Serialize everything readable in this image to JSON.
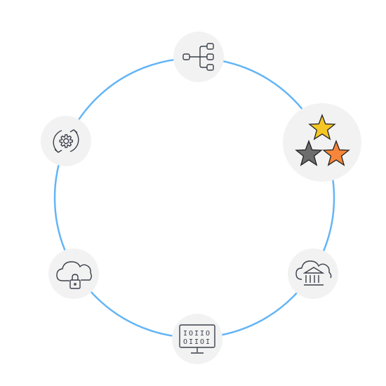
{
  "diagram": {
    "ring_color": "#64b5f6",
    "node_bg": "#f2f2f2",
    "icon_stroke": "#3a3f4a",
    "nodes": [
      {
        "id": "hierarchy",
        "icon": "hierarchy-tree-icon"
      },
      {
        "id": "ratings",
        "icon": "three-stars-icon",
        "colors": [
          "#f6c624",
          "#6d6d6d",
          "#f7863a"
        ]
      },
      {
        "id": "cloud-bank",
        "icon": "cloud-bank-icon"
      },
      {
        "id": "binary-monitor",
        "icon": "binary-monitor-icon",
        "text_rows": [
          "IOIIO",
          "OIIOI"
        ]
      },
      {
        "id": "cloud-lock",
        "icon": "cloud-lock-icon"
      },
      {
        "id": "gear-sync",
        "icon": "gear-sync-icon"
      }
    ]
  }
}
